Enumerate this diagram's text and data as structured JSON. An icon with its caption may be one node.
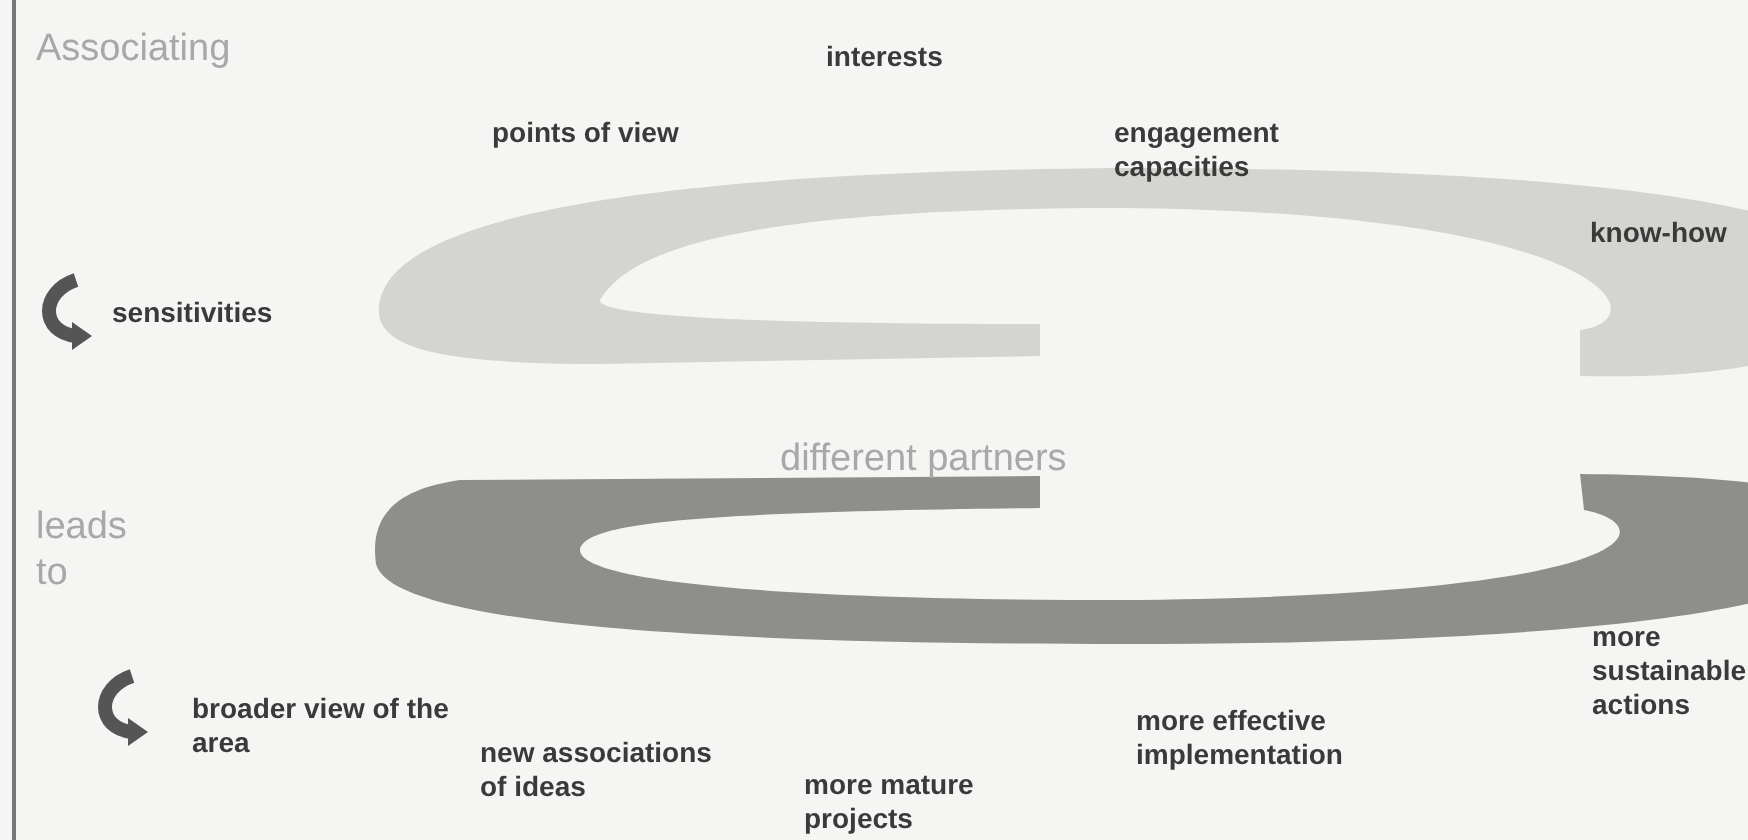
{
  "diagram": {
    "labels": [
      "interests",
      "Associating",
      "points of view",
      "engagement capacities",
      "sensitivities",
      "know-how",
      "different partners",
      "leads to",
      "broader view of the area",
      "more sustainable actions",
      "new associations of ideas",
      "more effective implementation",
      "more mature projects"
    ]
  }
}
